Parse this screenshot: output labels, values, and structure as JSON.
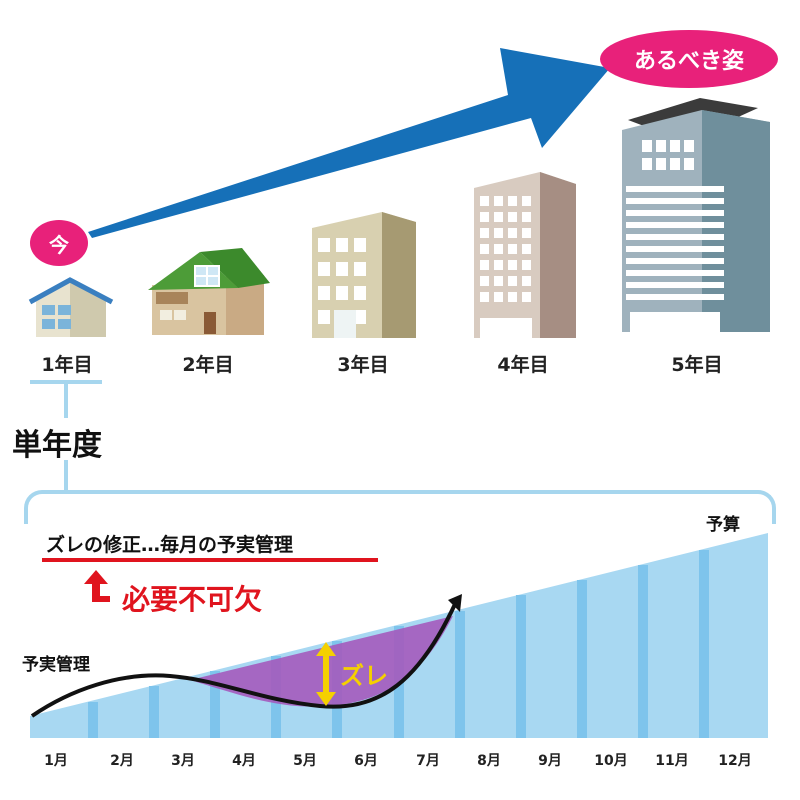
{
  "top": {
    "current_badge": "今",
    "goal_badge": "あるべき姿",
    "years": [
      "1年目",
      "2年目",
      "3年目",
      "4年目",
      "5年目"
    ]
  },
  "single_year_label": "単年度",
  "bottom": {
    "budget_label": "予算",
    "actual_label": "予実管理",
    "correction_text": "ズレの修正…毎月の予実管理",
    "essential_text": "必要不可欠",
    "gap_label": "ズレ",
    "months": [
      "1月",
      "2月",
      "3月",
      "4月",
      "5月",
      "6月",
      "7月",
      "8月",
      "9月",
      "10月",
      "11月",
      "12月"
    ]
  },
  "colors": {
    "accent_pink": "#e8217a",
    "arrow_blue": "#1670b8",
    "budget_blue": "#a8d8f2",
    "gap_purple": "#a45bbd",
    "alert_red": "#e0141e",
    "gap_arrow_yellow": "#f5d000"
  }
}
